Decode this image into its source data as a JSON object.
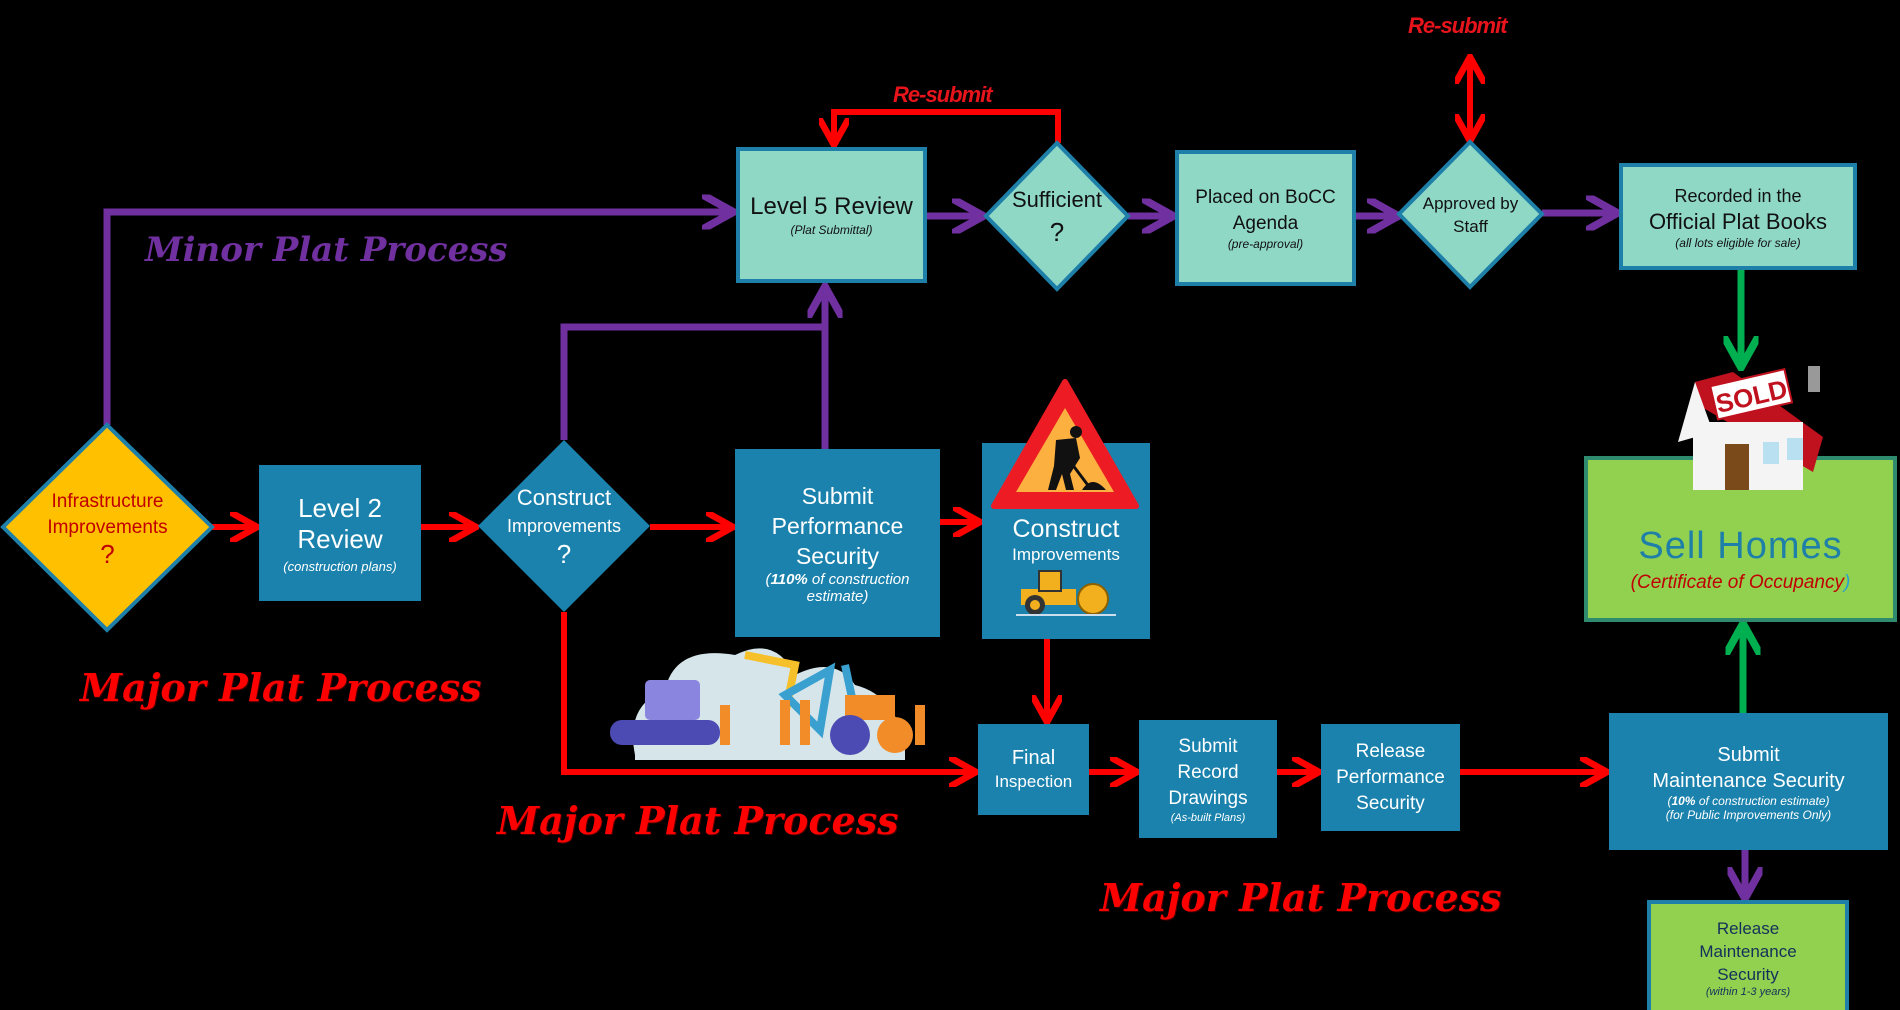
{
  "colors": {
    "purple": "#7030a0",
    "red": "#ff0000",
    "green": "#00b050",
    "teal_fill": "#8fd8c6",
    "blue_fill": "#1a82ad",
    "yellow": "#ffc000",
    "lime": "#92d050"
  },
  "labels": {
    "minor_plat": "Minor Plat Process",
    "major_plat_1": "Major Plat Process",
    "major_plat_2": "Major Plat Process",
    "major_plat_3": "Major Plat Process",
    "resubmit_1": "Re-submit",
    "resubmit_2": "Re-submit"
  },
  "nodes": {
    "infrastructure": {
      "line1": "Infrastructure",
      "line2": "Improvements",
      "q": "?"
    },
    "level2": {
      "line1": "Level 2",
      "line2": "Review",
      "sub": "(construction plans)"
    },
    "construct_decision": {
      "line1": "Construct",
      "line2": "Improvements",
      "q": "?"
    },
    "performance": {
      "line1": "Submit",
      "line2": "Performance",
      "line3": "Security",
      "sub_bold": "110%",
      "sub_pre": "(",
      "sub_rest": " of construction",
      "sub_line2": "estimate)"
    },
    "construct": {
      "line1": "Construct",
      "line2": "Improvements"
    },
    "level5": {
      "title": "Level 5 Review",
      "sub": "(Plat Submittal)"
    },
    "sufficient": {
      "line1": "Sufficient",
      "q": "?"
    },
    "bocc": {
      "line1": "Placed on BoCC",
      "line2": "Agenda",
      "sub": "(pre-approval)"
    },
    "approved": {
      "line1": "Approved by",
      "line2": "Staff"
    },
    "recorded": {
      "line1": "Recorded in the",
      "line2": "Official Plat Books",
      "sub": "(all lots  eligible for sale)"
    },
    "sell": {
      "title": "Sell Homes",
      "sub": "Certificate of Occupancy",
      "sold": "SOLD"
    },
    "final": {
      "line1": "Final",
      "line2": "Inspection"
    },
    "record_drawings": {
      "line1": "Submit",
      "line2": "Record",
      "line3": "Drawings",
      "sub": "(As-built Plans)"
    },
    "release_perf": {
      "line1": "Release",
      "line2": "Performance",
      "line3": "Security"
    },
    "maintenance": {
      "line1": "Submit",
      "line2": "Maintenance Security",
      "sub_bold": "10%",
      "sub_rest": " of construction estimate)",
      "sub_line2": "(for Public Improvements Only)"
    },
    "release_maint": {
      "line1": "Release",
      "line2": "Maintenance",
      "line3": "Security",
      "sub": "(within 1-3 years)"
    }
  }
}
